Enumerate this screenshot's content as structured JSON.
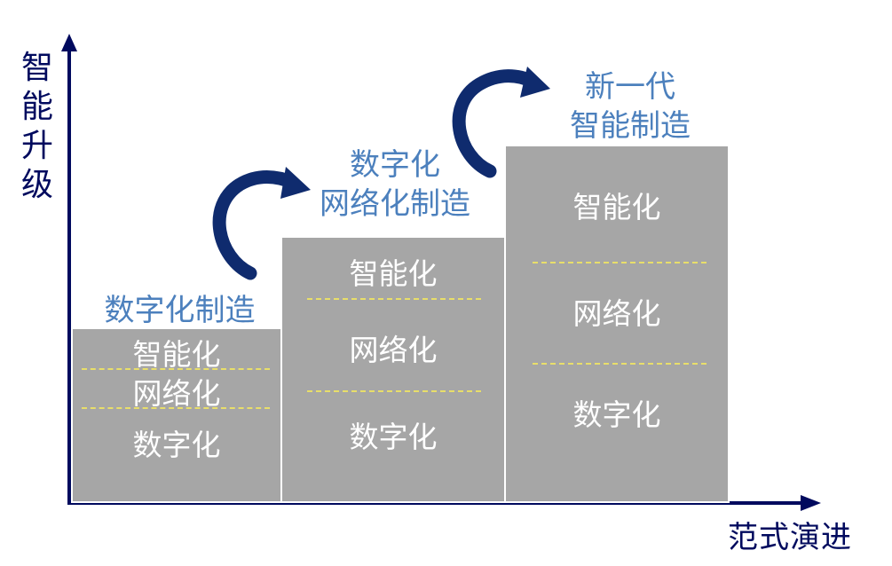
{
  "axes": {
    "y_label": [
      "智",
      "能",
      "升",
      "级"
    ],
    "x_label": "范式演进"
  },
  "stages": [
    {
      "title": [
        "数字化制造"
      ],
      "layers": [
        "智能化",
        "网络化",
        "数字化"
      ]
    },
    {
      "title": [
        "数字化",
        "网络化制造"
      ],
      "layers": [
        "智能化",
        "网络化",
        "数字化"
      ]
    },
    {
      "title": [
        "新一代",
        "智能制造"
      ],
      "layers": [
        "智能化",
        "网络化",
        "数字化"
      ]
    }
  ],
  "colors": {
    "axis": "#000a5e",
    "arrow": "#0f2b6e",
    "stage_title": "#4c80bd",
    "bar_fill": "#a6a6a6",
    "separator": "#e8de6a"
  }
}
